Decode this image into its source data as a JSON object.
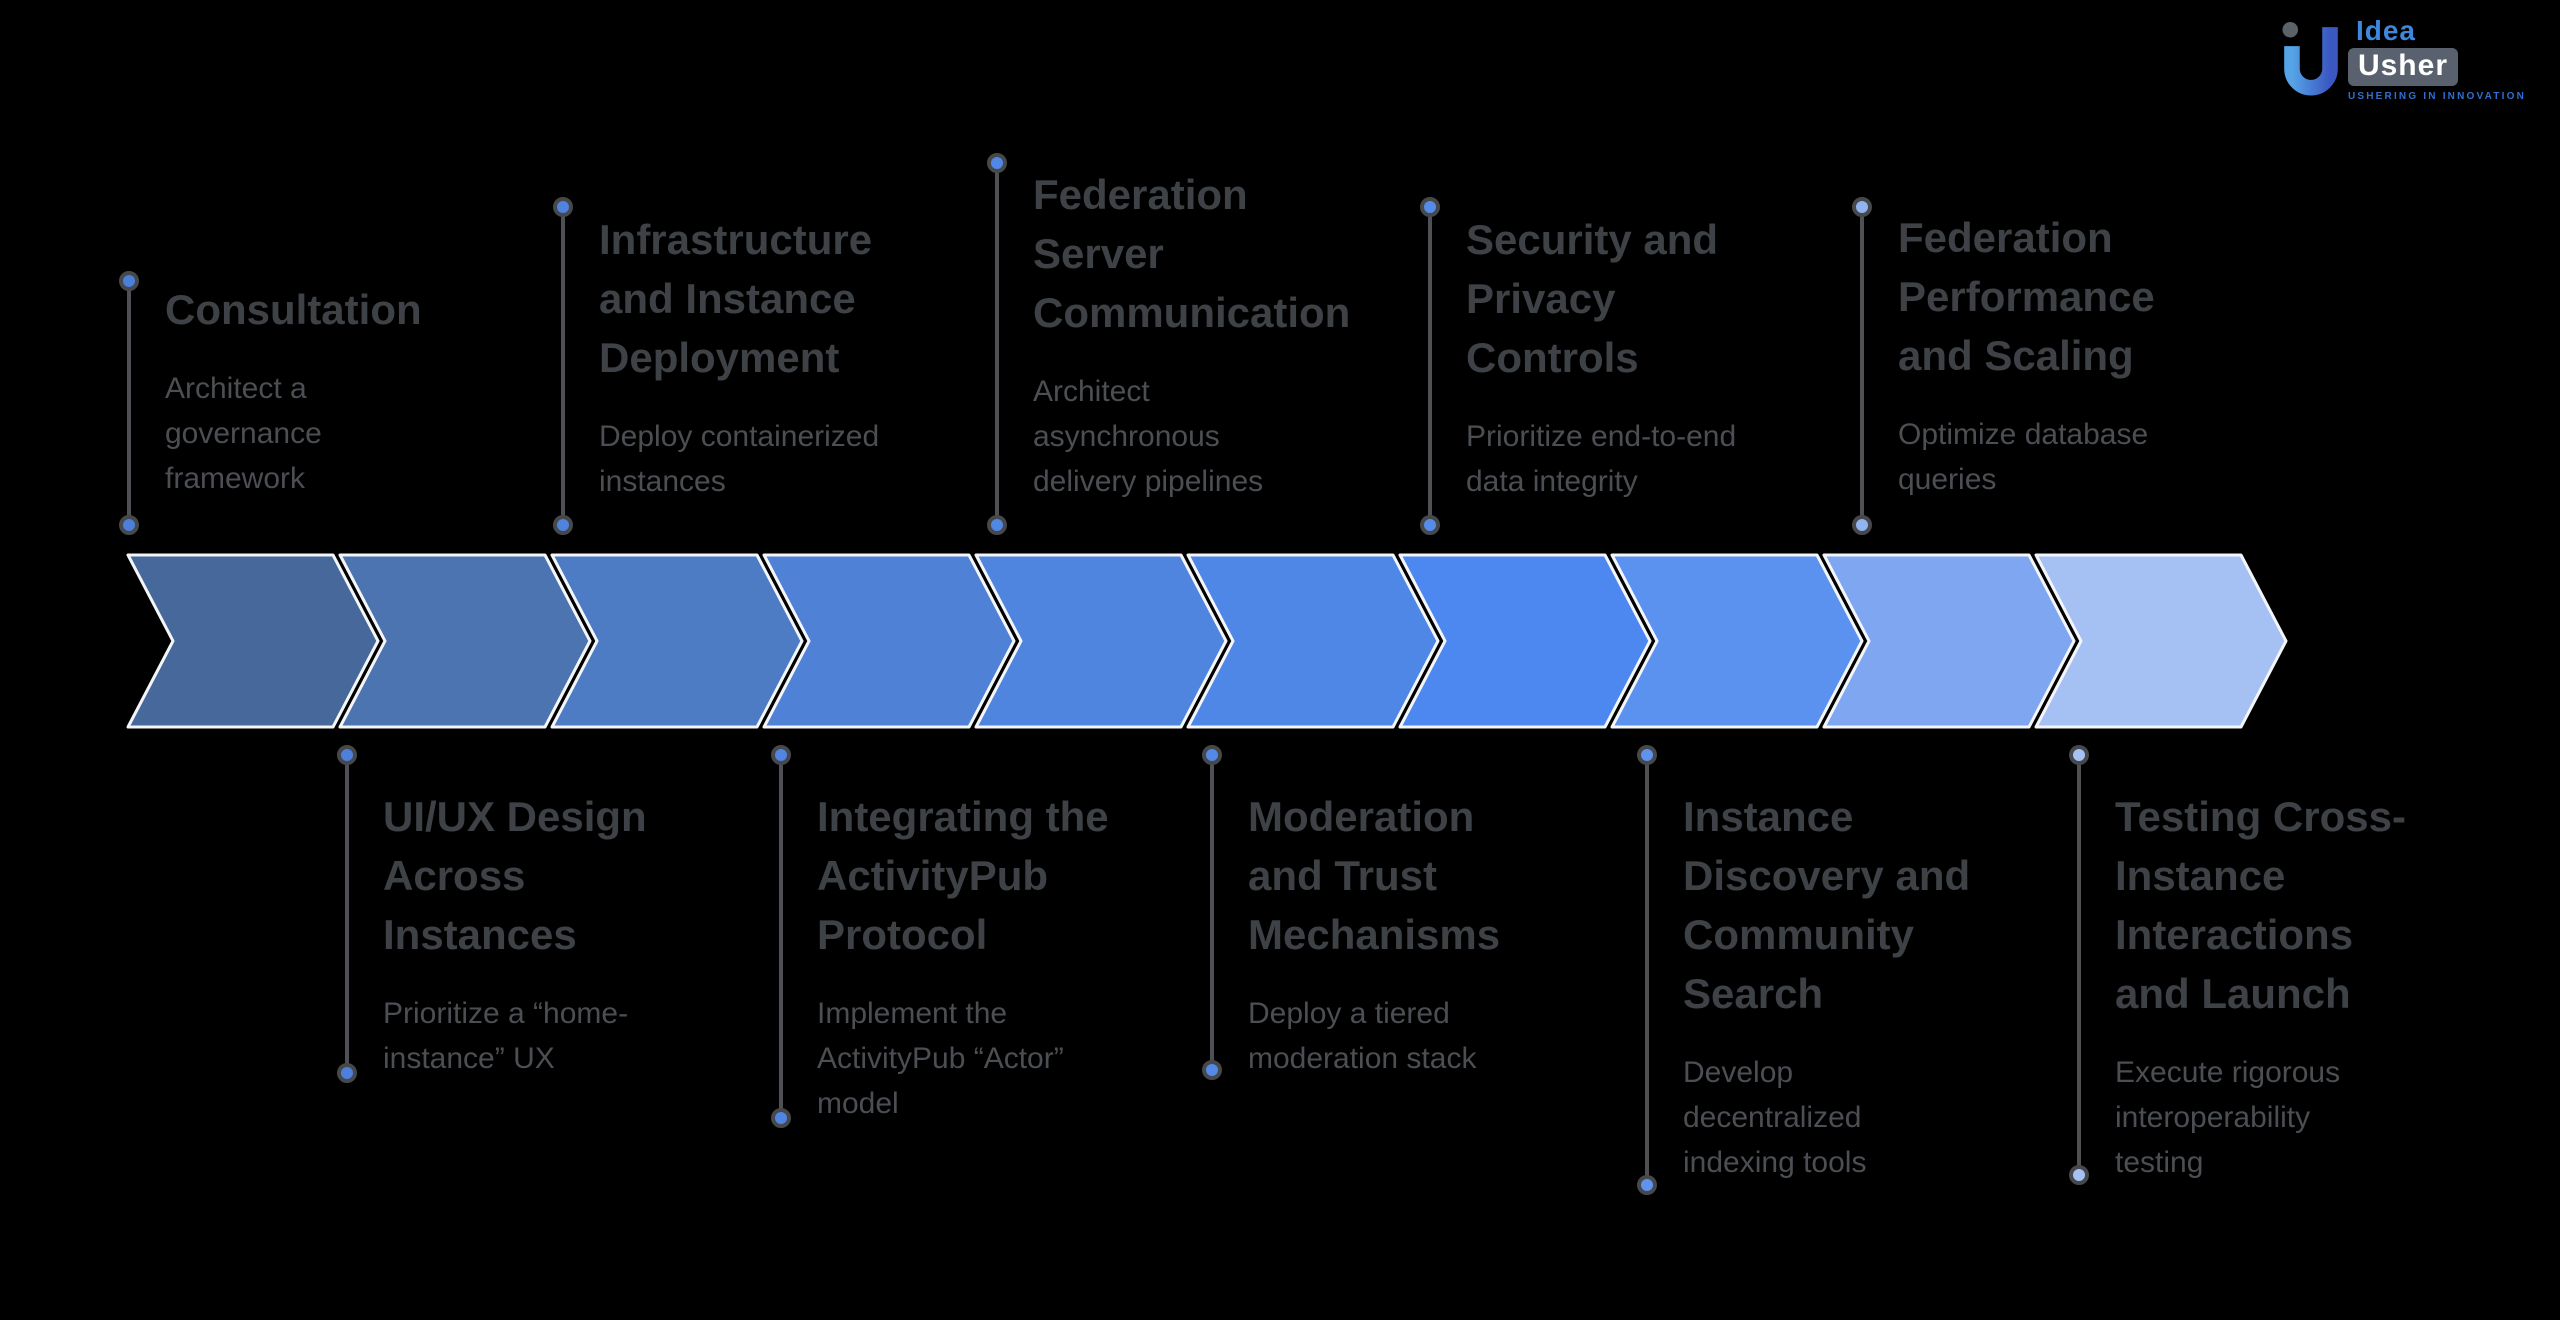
{
  "page": {
    "background": "#000000"
  },
  "logo": {
    "brand_top": "Idea",
    "brand_bottom": "Usher",
    "tagline": "USHERING IN INNOVATION",
    "colors": {
      "idea_text": "#3D87DD",
      "usher_bg": "#59616E",
      "usher_text": "#FFFFFF",
      "tagline_text": "#2F6FD2",
      "mark_gradient_start": "#55A4E6",
      "mark_gradient_end": "#3B57C2",
      "mark_dot": "#5B6268"
    }
  },
  "timeline": {
    "direction": "left-to-right",
    "step_count": 10,
    "connector_line_color": "#4E5054",
    "chevron_border_color": "#F3F5F8",
    "steps": [
      {
        "step": 1,
        "label_position": "top",
        "title": "Consultation",
        "description": "Architect a\ngovernance\nframework",
        "chevron_color": "#47689B",
        "dot_color": "#4C7FD9"
      },
      {
        "step": 2,
        "label_position": "bottom",
        "title": "UI/UX Design\nAcross\nInstances",
        "description": "Prioritize a “home-\ninstance” UX",
        "chevron_color": "#4B74B0",
        "dot_color": "#4D80DB"
      },
      {
        "step": 3,
        "label_position": "top",
        "title": "Infrastructure\nand Instance\nDeployment",
        "description": "Deploy containerized\ninstances",
        "chevron_color": "#4D7CC4",
        "dot_color": "#4F83DE"
      },
      {
        "step": 4,
        "label_position": "bottom",
        "title": "Integrating the\nActivityPub\nProtocol",
        "description": "Implement the\nActivityPub “Actor”\nmodel",
        "chevron_color": "#4F81D6",
        "dot_color": "#5086E2"
      },
      {
        "step": 5,
        "label_position": "top",
        "title": "Federation\nServer\nCommunication",
        "description": "Architect\nasynchronous\ndelivery pipelines",
        "chevron_color": "#4F85DF",
        "dot_color": "#5188E5"
      },
      {
        "step": 6,
        "label_position": "bottom",
        "title": "Moderation\nand Trust\nMechanisms",
        "description": "Deploy a tiered\nmoderation stack",
        "chevron_color": "#4F87E6",
        "dot_color": "#538AE8"
      },
      {
        "step": 7,
        "label_position": "top",
        "title": "Security and\nPrivacy\nControls",
        "description": "Prioritize end-to-end\ndata integrity",
        "chevron_color": "#4C88F0",
        "dot_color": "#558CEA"
      },
      {
        "step": 8,
        "label_position": "bottom",
        "title": "Instance\nDiscovery and\nCommunity\nSearch",
        "description": "Develop\ndecentralized\nindexing tools",
        "chevron_color": "#5B92F0",
        "dot_color": "#5F93EC"
      },
      {
        "step": 9,
        "label_position": "top",
        "title": "Federation\nPerformance\nand Scaling",
        "description": "Optimize database\nqueries",
        "chevron_color": "#7FA6F0",
        "dot_color": "#8FB4F0"
      },
      {
        "step": 10,
        "label_position": "bottom",
        "title": "Testing Cross-\nInstance\nInteractions\nand Launch",
        "description": "Execute rigorous\ninteroperability\ntesting",
        "chevron_color": "#A5C1F4",
        "dot_color": "#A6C2F4"
      }
    ]
  }
}
